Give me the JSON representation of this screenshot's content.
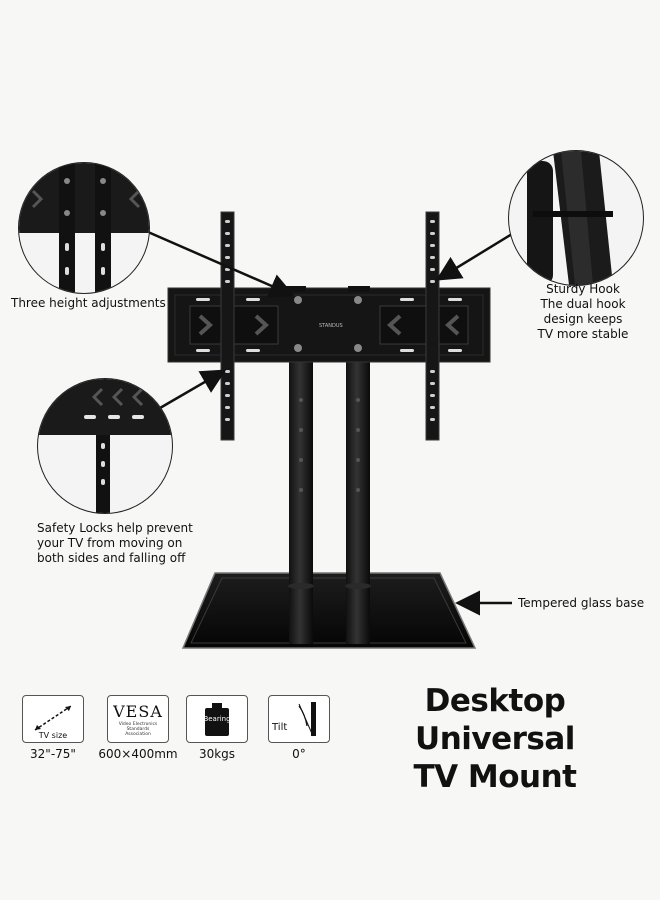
{
  "callouts": {
    "height": "Three height adjustments",
    "hook_lines": [
      "Sturdy Hook",
      "The dual hook",
      "design keeps",
      "TV more stable"
    ],
    "locks_lines": [
      "Safety Locks help prevent",
      "your TV from moving on",
      "both sides and falling off"
    ],
    "glass": "Tempered glass base"
  },
  "brand_label": "STANDUS",
  "specs": [
    {
      "icon": "tv-size-icon",
      "icon_text": "TV size",
      "value": "32\"-75\""
    },
    {
      "icon": "vesa-icon",
      "icon_text": "VESA",
      "icon_subtext": "Video Electronics Standards Association",
      "value": "600×400mm"
    },
    {
      "icon": "weight-icon",
      "icon_text": "Bearing",
      "value": "30kgs"
    },
    {
      "icon": "tilt-icon",
      "icon_text": "Tilt",
      "value": "0°"
    }
  ],
  "title_lines": [
    "Desktop Universal",
    "TV Mount"
  ]
}
